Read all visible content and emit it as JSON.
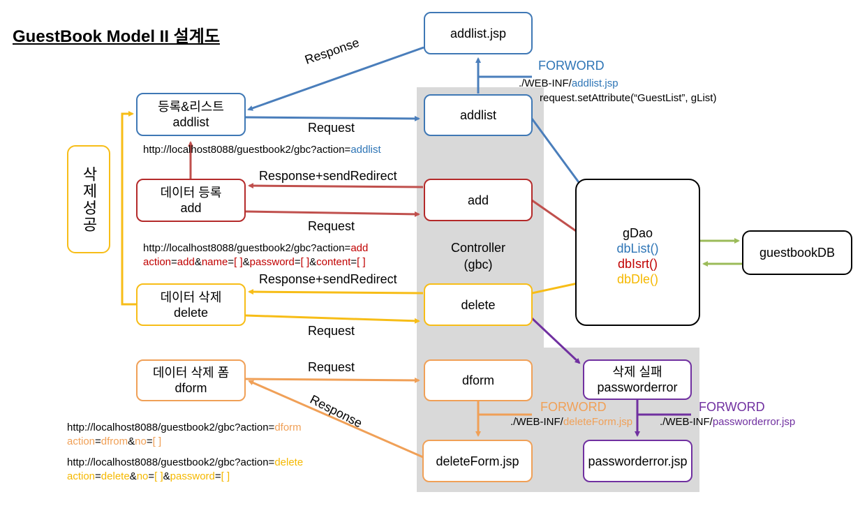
{
  "title": "GuestBook Model II 설계도",
  "controller": {
    "line1": "Controller",
    "line2": "(gbc)"
  },
  "side_label": "삭제성공",
  "boxes": {
    "addlist_jsp": "addlist.jsp",
    "reg_list": {
      "line1": "등록&리스트",
      "line2": "addlist"
    },
    "addlist": "addlist",
    "data_reg": {
      "line1": "데이터 등록",
      "line2": "add"
    },
    "add": "add",
    "data_del": {
      "line1": "데이터 삭제",
      "line2": "delete"
    },
    "delete": "delete",
    "data_del_form": {
      "line1": "데이터 삭제 폼",
      "line2": "dform"
    },
    "dform": "dform",
    "deleteform_jsp": "deleteForm.jsp",
    "del_fail": {
      "line1": "삭제 실패",
      "line2": "passworderror"
    },
    "passworderror_jsp": "passworderror.jsp",
    "gdao": {
      "name": "gDao",
      "list": "dbList()",
      "insert": "dbIsrt()",
      "delete": "dbDle()"
    },
    "db": "guestbookDB"
  },
  "labels": {
    "response_top": "Response",
    "request_addlist": "Request",
    "response_redirect_add": "Response+sendRedirect",
    "request_add": "Request",
    "response_redirect_delete": "Response+sendRedirect",
    "request_delete": "Request",
    "request_dform": "Request",
    "response_dform": "Response"
  },
  "forwards": {
    "addlist": {
      "label": "FORWORD",
      "path_prefix": "./WEB-INF/",
      "path_file": "addlist.jsp",
      "extra": "request.setAttribute(“GuestList”, gList)"
    },
    "deleteform": {
      "label": "FORWORD",
      "path_prefix": "./WEB-INF/",
      "path_file": "deleteForm.jsp"
    },
    "passworderror": {
      "label": "FORWORD",
      "path_prefix": "./WEB-INF/",
      "path_file": "passworderror.jsp"
    }
  },
  "urls": {
    "addlist": {
      "base": "http://localhost8088/guestbook2/gbc?action=",
      "action": "addlist"
    },
    "add": {
      "base": "http://localhost8088/guestbook2/gbc?action=",
      "action": "add",
      "p1k": "action",
      "eq": "=",
      "p1v": "add",
      "amp": "&",
      "p2k": "name",
      "p2v": "[ ]",
      "p3k": "password",
      "p3v": "[ ]",
      "p4k": "content",
      "p4v": "[ ]"
    },
    "dform": {
      "base": "http://localhost8088/guestbook2/gbc?action=",
      "action": "dform",
      "p1k": "action",
      "eq": "=",
      "p1v": "dfrom",
      "amp": "&",
      "p2k": "no",
      "p2v": "[ ]"
    },
    "delete": {
      "base": "http://localhost8088/guestbook2/gbc?action=",
      "action": "delete",
      "p1k": "action",
      "eq": "=",
      "p1v": "delete",
      "amp": "&",
      "p2k": "no",
      "p2v": "[ ]",
      "p3k": "password",
      "p3v": "[ ]"
    }
  },
  "colors": {
    "blue": "#3f78b5",
    "red": "#b42a2a",
    "yellow": "#f7bd17",
    "orange": "#f0a057",
    "purple": "#7030a0",
    "green": "#9bbb59",
    "controller_bg": "#d9d9d9"
  }
}
